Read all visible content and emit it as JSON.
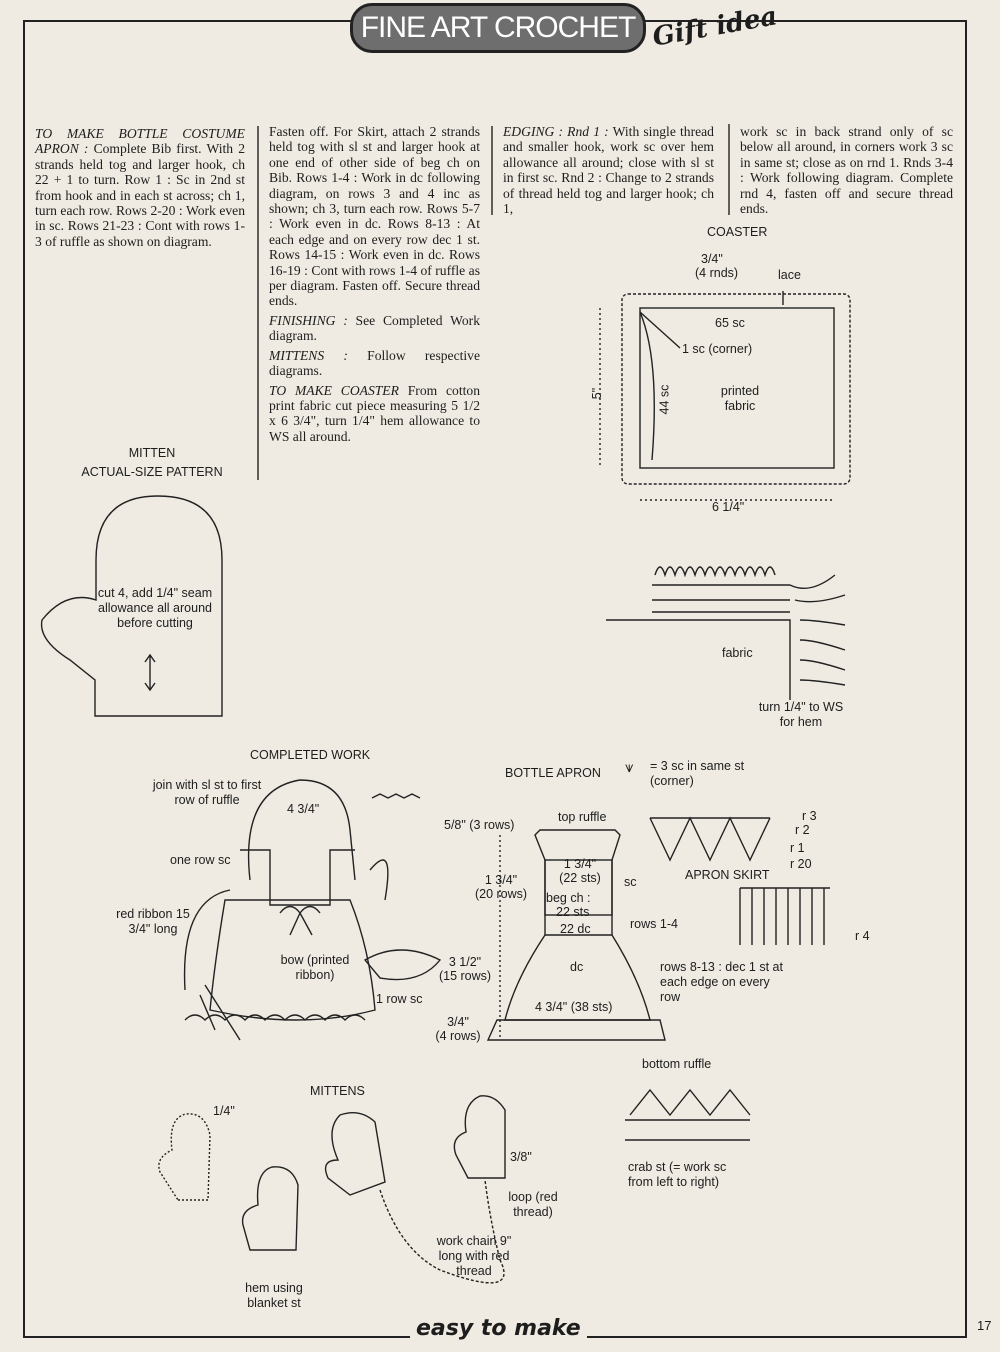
{
  "header": {
    "banner": "FINE ART CROCHET",
    "tag": "Gift idea"
  },
  "instructions": {
    "col1": [
      {
        "h": "TO MAKE BOTTLE COSTUME APRON :",
        "t": "Complete Bib first. With 2 strands held tog and larger hook, ch 22 + 1 to turn. Row 1 : Sc in 2nd st from hook and in each st across; ch 1, turn each row. Rows 2-20 : Work even in sc. Rows 21-23 : Cont with rows 1-3 of ruffle as shown on diagram."
      }
    ],
    "col2": [
      {
        "h": "",
        "t": "Fasten off. For Skirt, attach 2 strands held tog with sl st and larger hook at one end of other side of beg ch on Bib. Rows 1-4 : Work in dc following diagram, on rows 3 and 4 inc as shown; ch 3, turn each row. Rows 5-7 : Work even in dc. Rows 8-13 : At each edge and on every row dec 1 st. Rows 14-15 : Work even in dc. Rows 16-19 : Cont with rows 1-4 of ruffle as per diagram. Fasten off. Secure thread ends."
      },
      {
        "h": "FINISHING :",
        "t": "See Completed Work diagram."
      },
      {
        "h": "MITTENS :",
        "t": "Follow respective diagrams."
      },
      {
        "h": "TO MAKE COASTER",
        "t": "From cotton print fabric cut piece measuring 5 1/2 x 6 3/4\", turn 1/4\" hem allowance to WS all around."
      }
    ],
    "col3": [
      {
        "h": "EDGING : Rnd 1 :",
        "t": "With single thread and smaller hook, work sc over hem allowance all around; close with sl st in first sc. Rnd 2 : Change to 2 strands of thread held tog and larger hook; ch 1,"
      }
    ],
    "col4": [
      {
        "h": "",
        "t": "work sc in back strand only of sc below all around, in corners work 3 sc in same st; close as on rnd 1. Rnds 3-4 : Work following diagram. Complete rnd 4, fasten off and secure thread ends."
      }
    ]
  },
  "coaster": {
    "title": "COASTER",
    "top_dim": "3/4\"",
    "top_rnds": "(4 rnds)",
    "lace": "lace",
    "sc65": "65 sc",
    "sc_corner": "1 sc (corner)",
    "sc44": "44 sc",
    "fabric": "printed fabric",
    "height": "5\"",
    "width": "6 1/4\""
  },
  "coaster_detail": {
    "fabric": "fabric",
    "turn": "turn 1/4\" to WS for hem"
  },
  "mitten_pattern": {
    "title": "MITTEN",
    "subtitle": "ACTUAL-SIZE PATTERN",
    "note": "cut 4, add 1/4\" seam allowance all around before cutting"
  },
  "completed_work": {
    "title": "COMPLETED WORK",
    "join": "join with sl st to first row of ruffle",
    "dim": "4 3/4\"",
    "one_row": "one row sc",
    "ribbon": "red ribbon 15 3/4\" long",
    "bow": "bow (printed ribbon)",
    "row_sc": "1 row sc"
  },
  "bottle_apron": {
    "title": "BOTTLE APRON",
    "legend_sym": "= 3 sc in same st (corner)",
    "top_ruffle": "top ruffle",
    "d58": "5/8\" (3 rows)",
    "d134": "1 3/4\"",
    "sts22": "(22 sts)",
    "sc": "sc",
    "d134b": "1 3/4\"",
    "rows20": "(20 rows)",
    "begch": "beg ch :",
    "sts22b": "22 sts",
    "dc22": "22 dc",
    "rows14": "rows 1-4",
    "d312": "3 1/2\"",
    "rows15": "(15 rows)",
    "dc": "dc",
    "rows813": "rows 8-13 : dec 1 st at each edge on every row",
    "d434": "4 3/4\" (38 sts)",
    "d34": "3/4\"",
    "rows4": "(4 rows)",
    "apron_skirt": "APRON SKIRT",
    "r3": "r 3",
    "r2": "r 2",
    "r1": "r 1",
    "r20": "r 20",
    "r4": "r 4",
    "bottom_ruffle": "bottom ruffle",
    "crab": "crab st (= work sc from left to right)"
  },
  "mittens": {
    "title": "MITTENS",
    "q14": "1/4\"",
    "hem": "hem using blanket st",
    "q38": "3/8\"",
    "loop": "loop (red thread)",
    "chain": "work chain 9\" long with red thread"
  },
  "footer": {
    "brand": "easy to make",
    "page": "17"
  }
}
